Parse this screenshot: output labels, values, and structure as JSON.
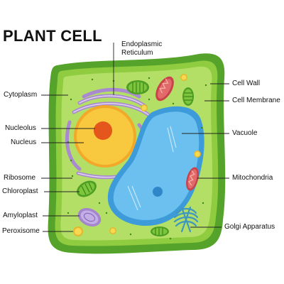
{
  "title": "PLANT CELL",
  "labels": {
    "endoplasmic_reticulum": [
      "Endoplasmic",
      "Reticulum"
    ],
    "cytoplasm": "Cytoplasm",
    "cell_wall": "Cell Wall",
    "cell_membrane": "Cell Membrane",
    "nucleolus": "Nucleolus",
    "nucleus": "Nucleus",
    "vacuole": "Vacuole",
    "ribosome": "Ribosome",
    "chloroplast": "Chloroplast",
    "mitochondria": "Mitochondria",
    "amyloplast": "Amyloplast",
    "peroxisome": "Peroxisome",
    "golgi_apparatus": "Golgi Apparatus"
  },
  "colors": {
    "cell_wall": "#5fae2f",
    "cell_membrane": "#9bd44a",
    "cytoplasm": "#b6e26a",
    "nucleus": "#f7c33a",
    "nucleolus": "#e85a1e",
    "vacuole": "#5cb4ea",
    "er": "#b79ad8",
    "mitochondria": "#d9545a",
    "chloroplast": "#6dbb33",
    "golgi": "#4aa3c7",
    "peroxisome": "#f5d64a"
  }
}
